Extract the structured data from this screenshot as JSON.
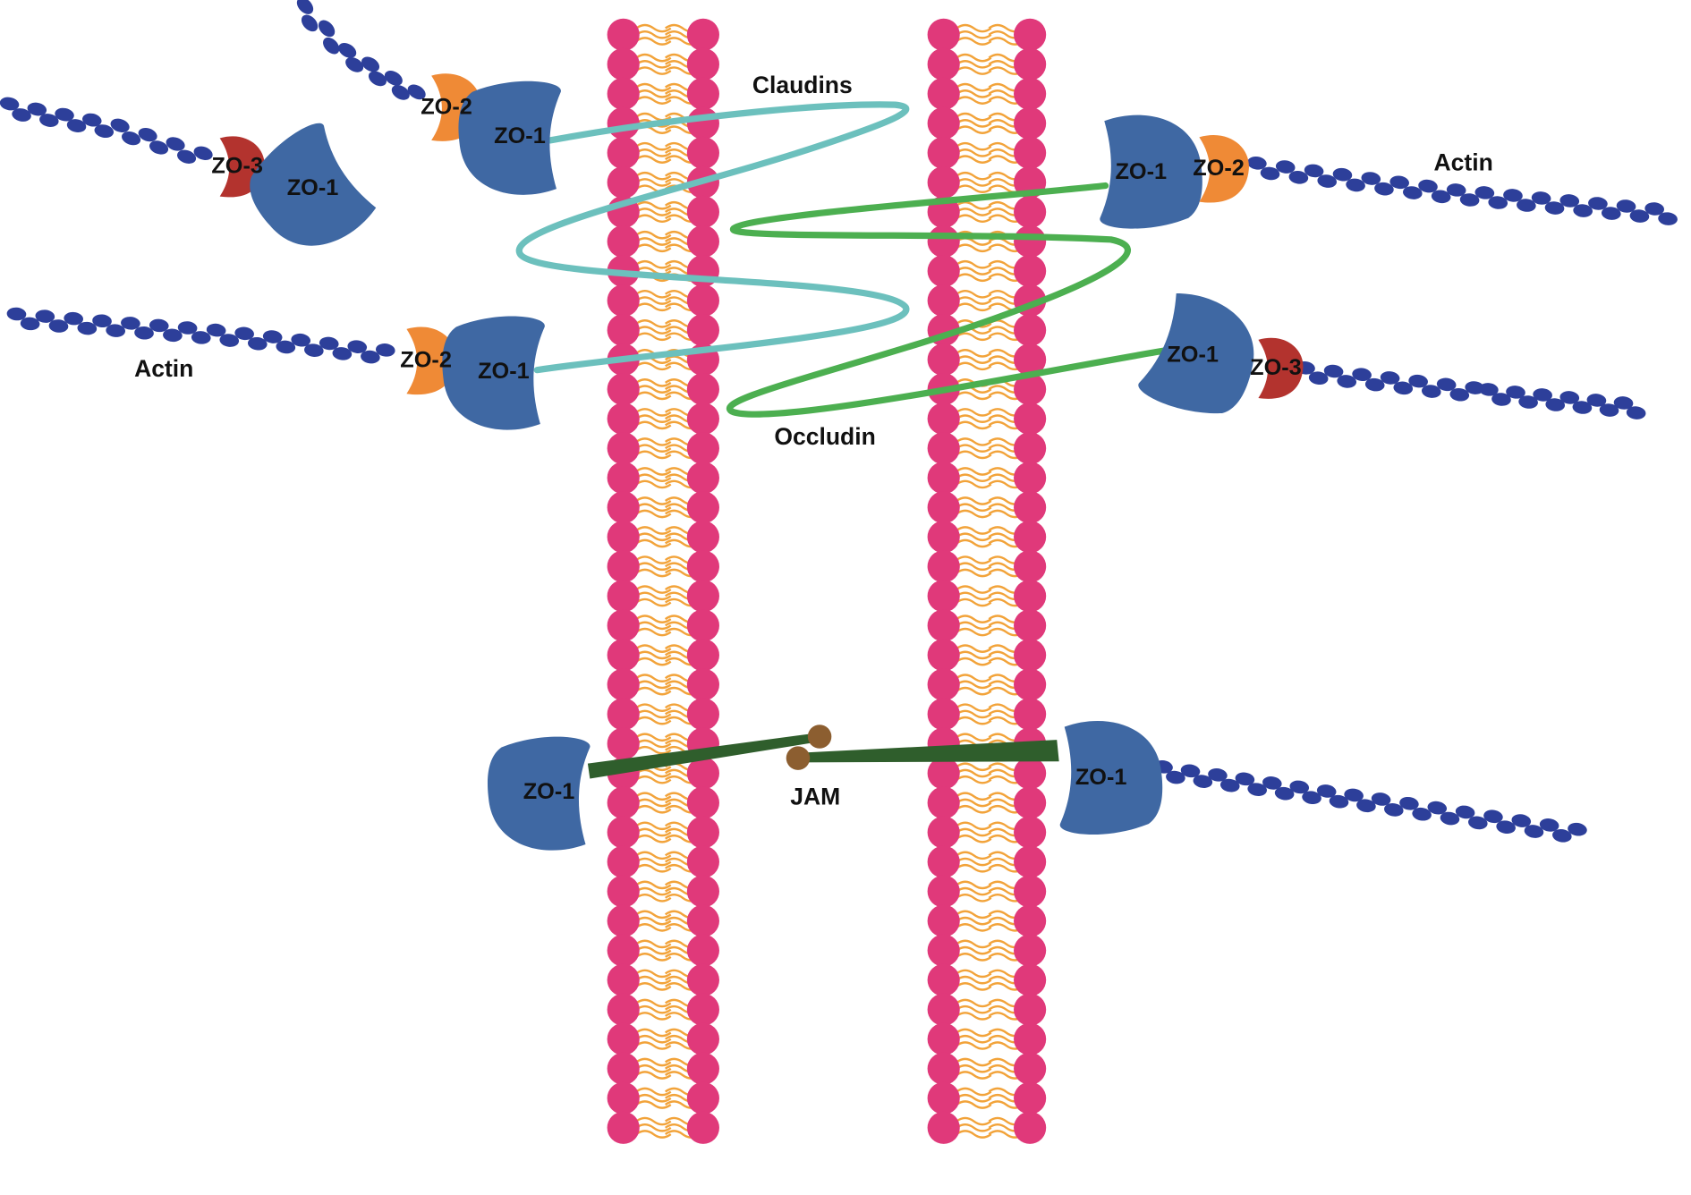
{
  "labels": {
    "claudins": "Claudins",
    "occludin": "Occludin",
    "jam": "JAM",
    "actin_left": "Actin",
    "actin_right": "Actin"
  },
  "proteins": {
    "zo1": "ZO-1",
    "zo2": "ZO-2",
    "zo3": "ZO-3"
  },
  "colors": {
    "lipid_head": "#e0397a",
    "lipid_tail": "#f2a33a",
    "zo1": "#3f68a3",
    "zo2": "#ef8a36",
    "zo3": "#b3332e",
    "actin": "#2d3f9a",
    "claudin": "#6cc0bd",
    "occludin": "#4caf50",
    "jam": "#2f5e2c",
    "jam_head": "#8c5e30"
  }
}
